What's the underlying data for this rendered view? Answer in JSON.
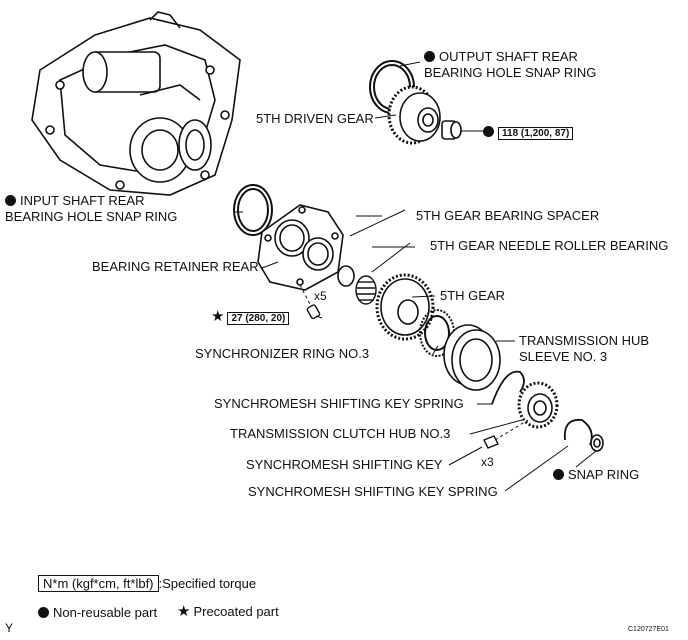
{
  "labels": {
    "output_snap_ring": "OUTPUT SHAFT REAR\nBEARING HOLE SNAP RING",
    "fifth_driven_gear": "5TH DRIVEN GEAR",
    "torque_nut": "118 (1,200, 87)",
    "input_snap_ring": "INPUT SHAFT REAR\nBEARING HOLE SNAP RING",
    "fifth_gear_spacer": "5TH GEAR BEARING SPACER",
    "fifth_gear_needle_bearing": "5TH GEAR NEEDLE ROLLER BEARING",
    "bearing_retainer_rear": "BEARING RETAINER REAR",
    "qty_bolts": "x5",
    "fifth_gear": "5TH GEAR",
    "torque_bolt": "27 (280, 20)",
    "trans_hub_sleeve": "TRANSMISSION HUB\nSLEEVE NO. 3",
    "synchronizer_ring": "SYNCHRONIZER RING NO.3",
    "key_spring_upper": "SYNCHROMESH SHIFTING KEY SPRING",
    "clutch_hub": "TRANSMISSION CLUTCH HUB NO.3",
    "shifting_key": "SYNCHROMESH SHIFTING KEY",
    "qty_keys": "x3",
    "snap_ring": "SNAP RING",
    "key_spring_lower": "SYNCHROMESH SHIFTING KEY SPRING"
  },
  "legend": {
    "torque_unit": "N*m (kgf*cm, ft*lbf)",
    "torque_desc": ":Specified torque",
    "non_reusable": "Non-reusable part",
    "precoated": "Precoated part"
  },
  "corner_mark": "Y",
  "figure_id": "C120727E01"
}
